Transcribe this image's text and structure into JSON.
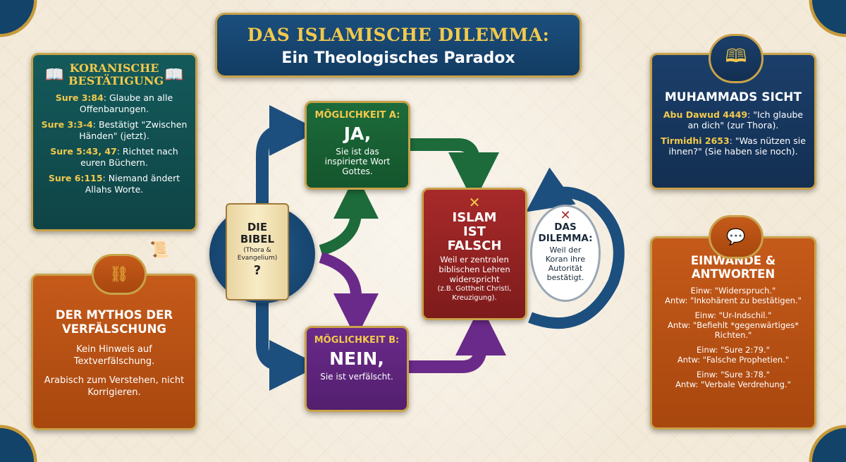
{
  "title": {
    "line1": "DAS ISLAMISCHE DILEMMA:",
    "line2": "Ein Theologisches Paradox"
  },
  "koran": {
    "title": "KORANISCHE BESTÄTIGUNG",
    "items": [
      {
        "ref": "Sure 3:84",
        "text": ": Glaube an alle Offenbarungen."
      },
      {
        "ref": "Sure 3:3-4",
        "text": ": Bestätigt \"Zwischen Händen\" (jetzt)."
      },
      {
        "ref": "Sure 5:43, 47",
        "text": ": Richtet nach euren Büchern."
      },
      {
        "ref": "Sure 6:115",
        "text": ": Niemand ändert Allahs Worte."
      }
    ]
  },
  "myth": {
    "title": "DER MYTHOS DER VERFÄLSCHUNG",
    "p1": "Kein Hinweis auf Textverfälschung.",
    "p2": "Arabisch zum Verstehen, nicht Korrigieren."
  },
  "bible": {
    "title": "DIE BIBEL",
    "sub": "(Thora & Evangelium)",
    "q": "?"
  },
  "optionA": {
    "label": "MÖGLICHKEIT A:",
    "big": "JA,",
    "text": "Sie ist das inspirierte Wort Gottes."
  },
  "optionB": {
    "label": "MÖGLICHKEIT B:",
    "big": "NEIN,",
    "text": "Sie ist verfälscht."
  },
  "islam": {
    "mark": "✕",
    "title": "ISLAM IST FALSCH",
    "text": "Weil er zentralen biblischen Lehren widerspricht",
    "small": "(z.B. Gottheit Christi, Kreuzigung)."
  },
  "dilemma": {
    "mark": "✕",
    "title": "DAS DILEMMA:",
    "text": "Weil der Koran ihre Autorität bestätigt."
  },
  "muhammad": {
    "title": "MUHAMMADS SICHT",
    "items": [
      {
        "ref": "Abu Dawud 4449",
        "text": ": \"Ich glaube an dich\" (zur Thora)."
      },
      {
        "ref": "Tirmidhi 2653",
        "text": ": \"Was nützen sie ihnen?\" (Sie haben sie noch)."
      }
    ]
  },
  "objections": {
    "title": "EINWÄNDE & ANTWORTEN",
    "pairs": [
      {
        "einw": "Einw: \"Widerspruch.\"",
        "antw": "Antw: \"Inkohärent zu bestätigen.\""
      },
      {
        "einw": "Einw: \"Ur-Indschil.\"",
        "antw": "Antw: \"Befiehlt *gegenwärtiges* Richten.\""
      },
      {
        "einw": "Einw: \"Sure 2:79.\"",
        "antw": "Antw: \"Falsche Prophetien.\""
      },
      {
        "einw": "Einw: \"Sure 3:78.\"",
        "antw": "Antw: \"Verbale Verdrehung.\""
      }
    ]
  },
  "colors": {
    "navy": "#14436a",
    "teal": "#145a5b",
    "orange": "#c55a1a",
    "green": "#1d6b3a",
    "purple": "#6a2a8a",
    "red": "#a82a2a",
    "gold": "#f2c94c"
  }
}
